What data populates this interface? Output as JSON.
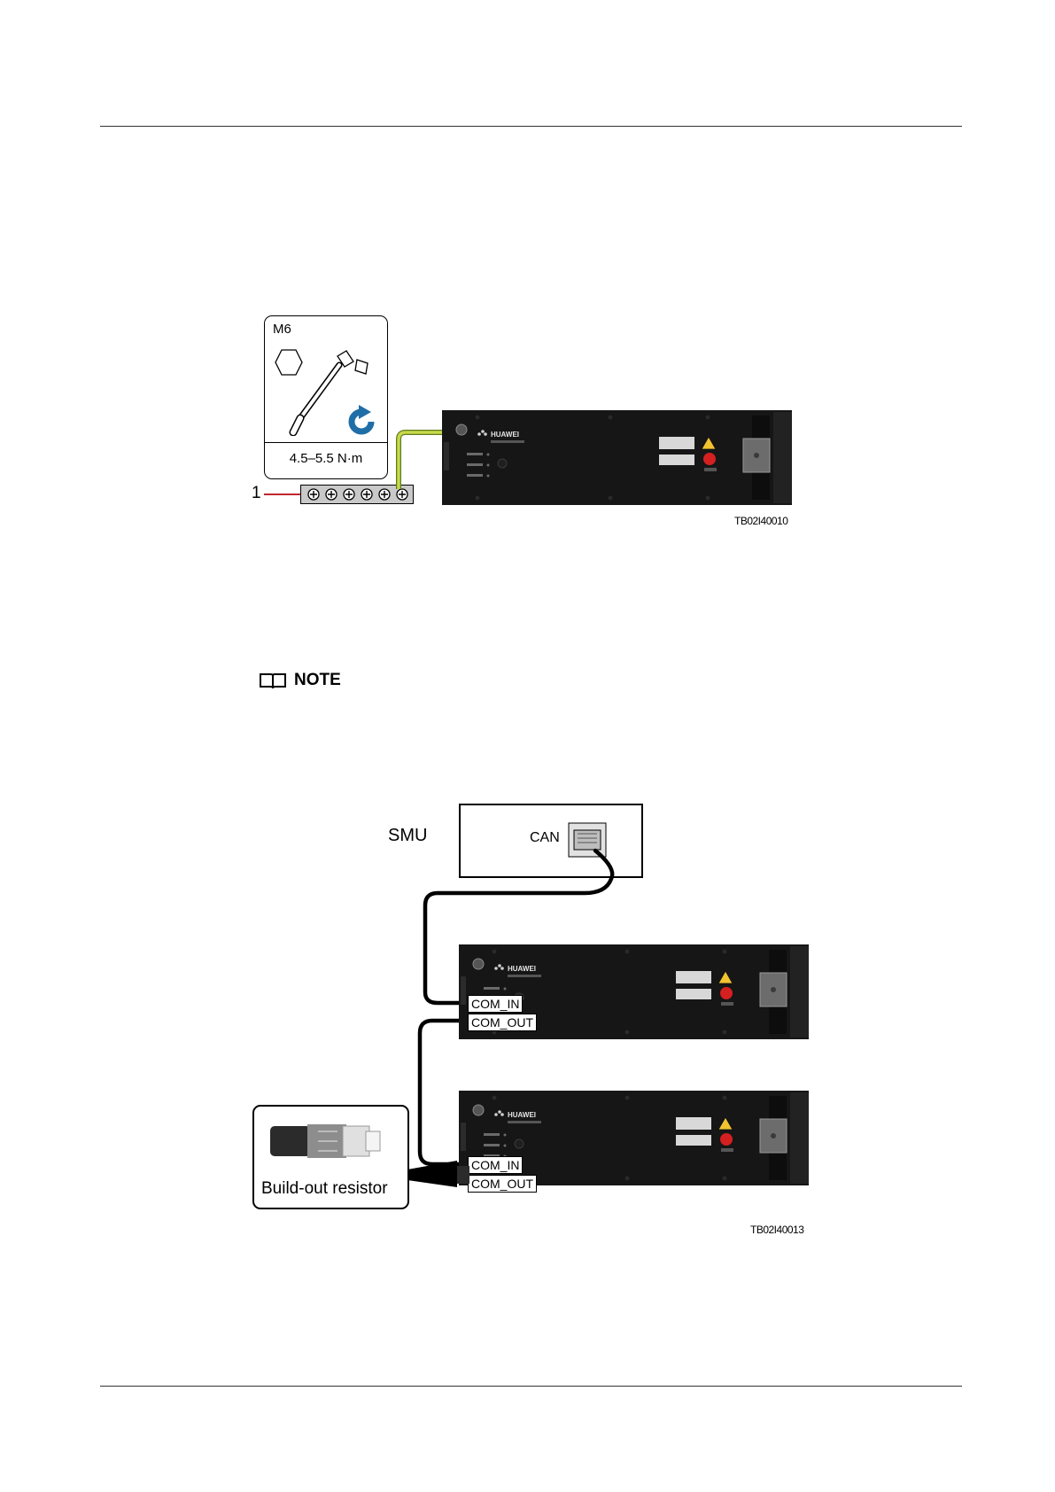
{
  "figure1": {
    "bolt_size": "M6",
    "torque": "4.5–5.5 N·m",
    "callout_number": "1",
    "brand": "HUAWEI",
    "caption": "TB02I40010"
  },
  "note": {
    "label": "NOTE"
  },
  "figure2": {
    "smu_label": "SMU",
    "can_label": "CAN",
    "brand": "HUAWEI",
    "com_in": "COM_IN",
    "com_out": "COM_OUT",
    "resistor_label": "Build-out resistor",
    "caption": "TB02I40013"
  },
  "colors": {
    "module_body": "#161616",
    "ground_wire": "#c8d94a",
    "torque_arrow": "#1f6ea8",
    "callout_line": "#c0282d",
    "warning_yellow": "#f2c230",
    "stop_button": "#d42020"
  }
}
